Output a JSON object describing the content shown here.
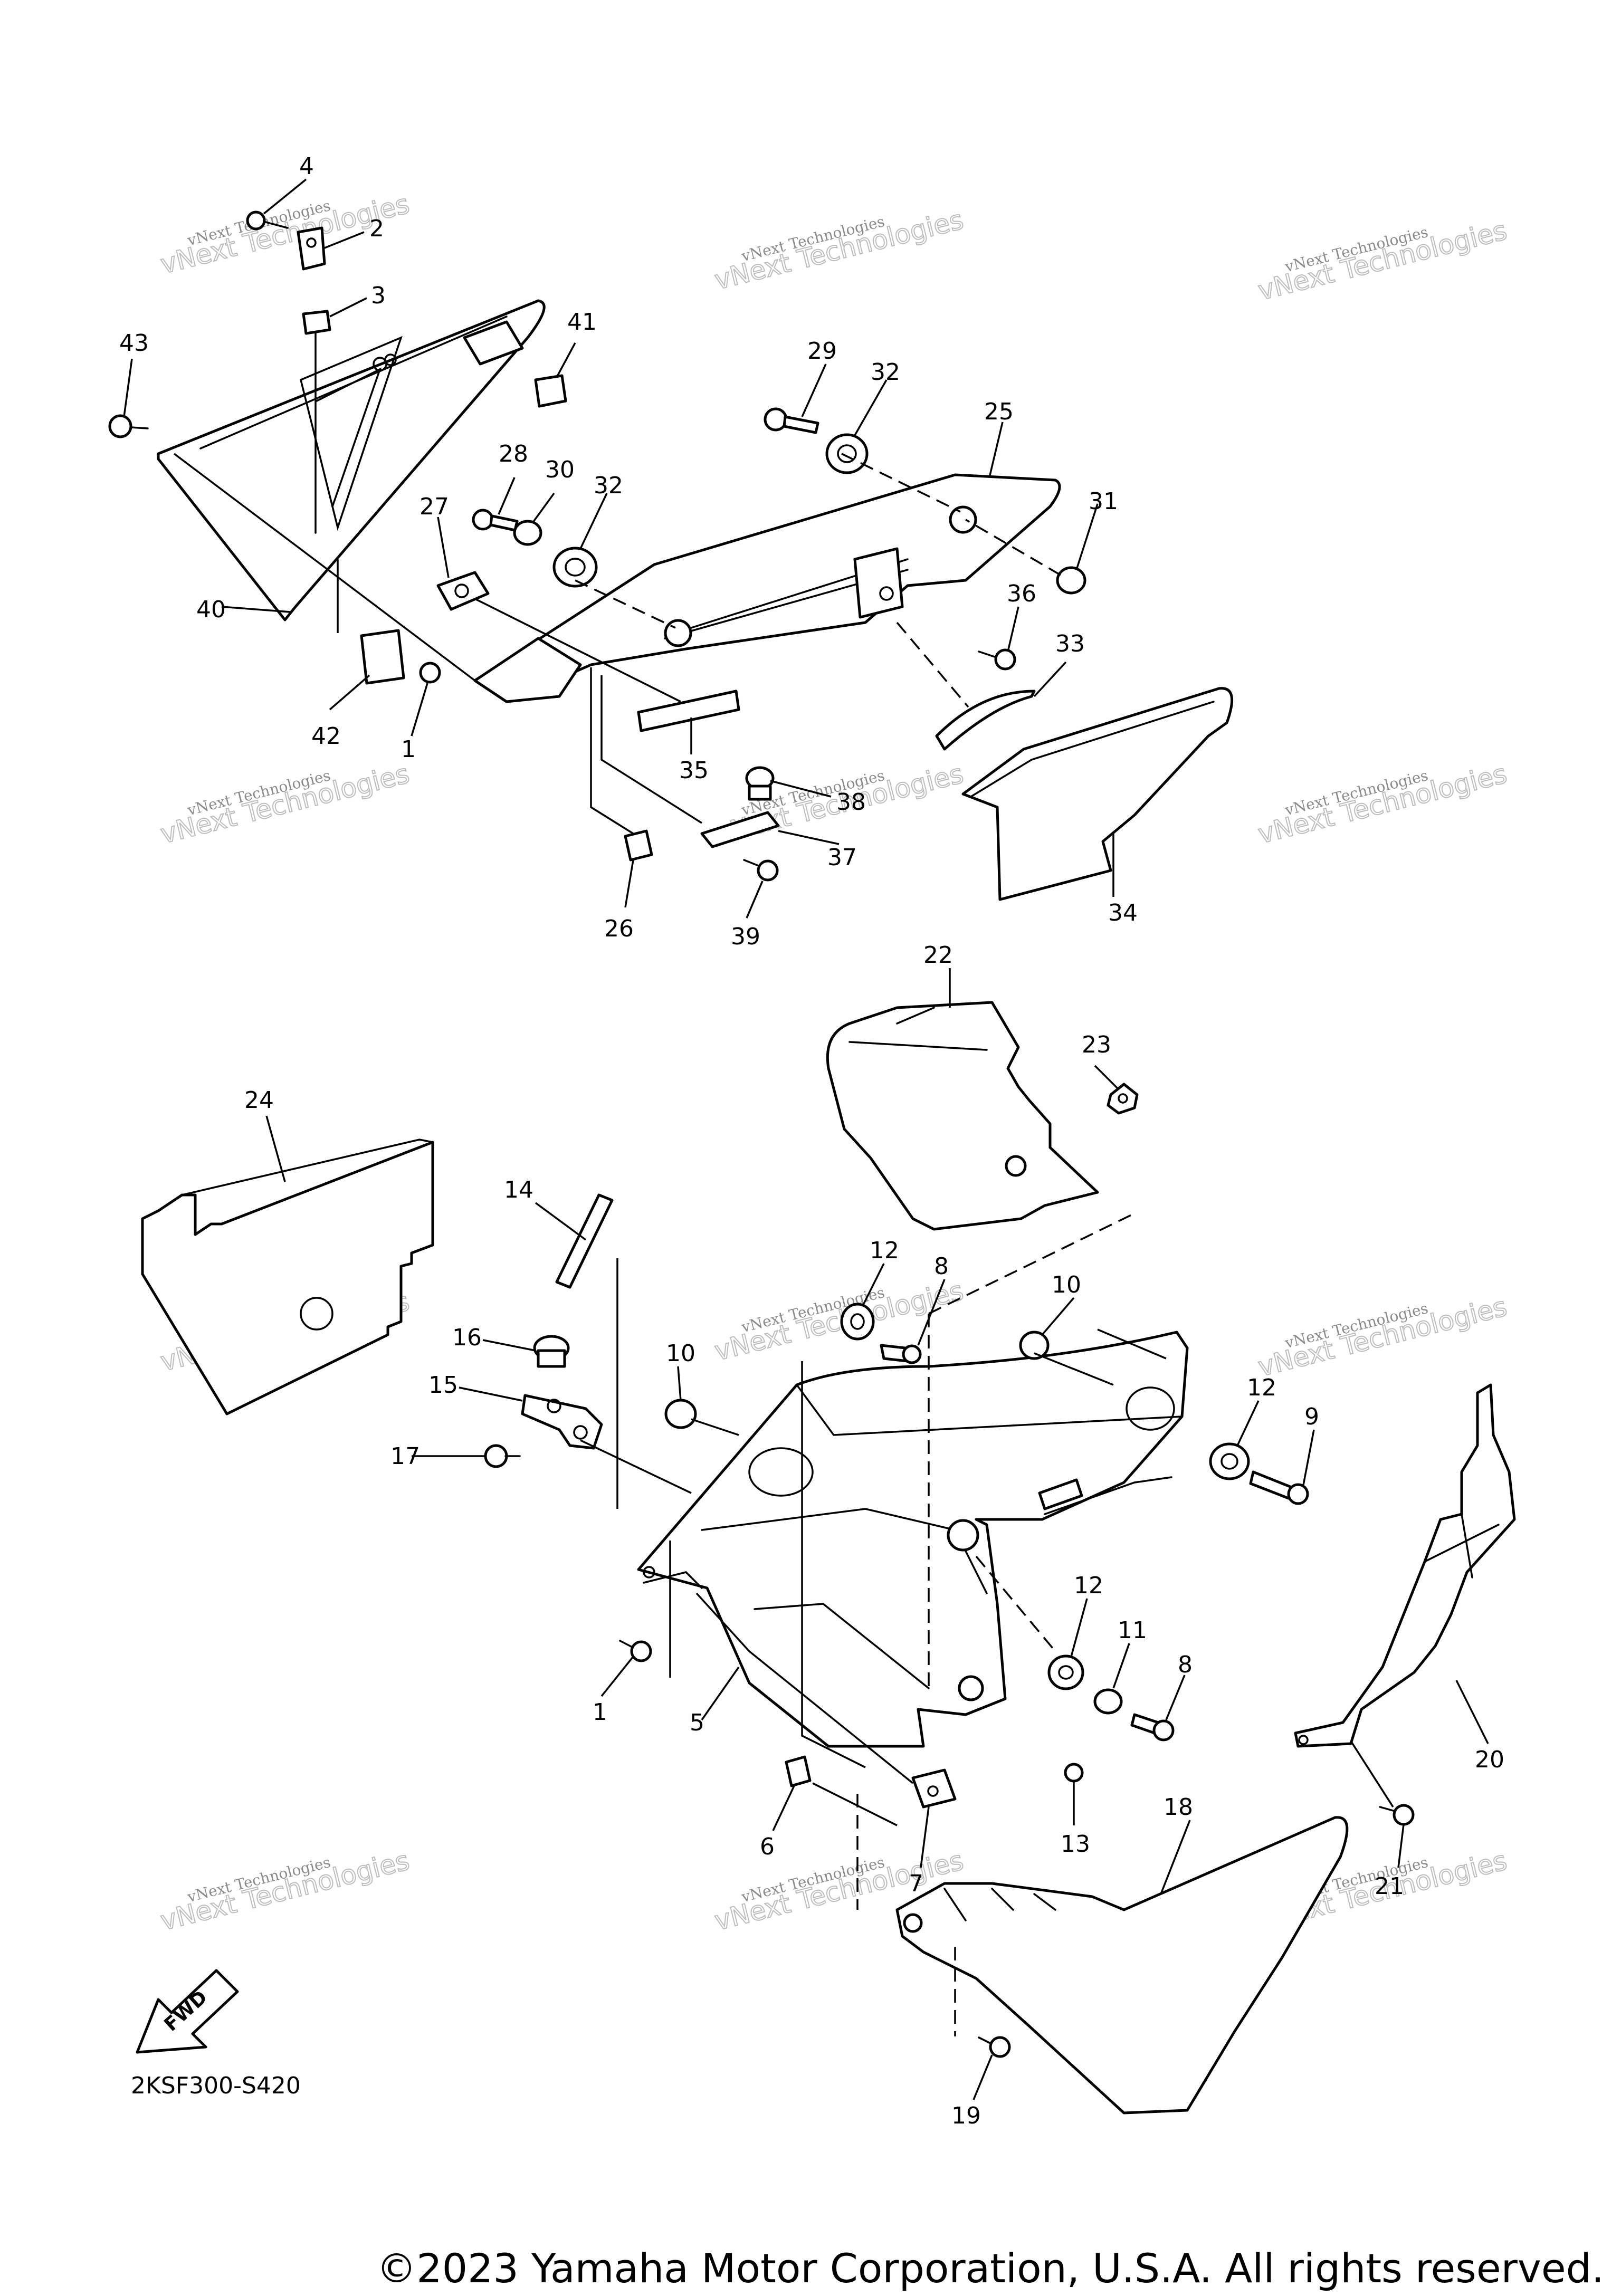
{
  "diagram_code": "2KSF300-S420",
  "copyright": "©2023 Yamaha Motor Corporation, U.S.A. All rights reserved.",
  "fwd_label": "FWD",
  "watermark": {
    "line1": "vNext Technologies",
    "line2": "vNext Technologies"
  },
  "callouts": [
    "1",
    "1",
    "2",
    "3",
    "4",
    "5",
    "6",
    "7",
    "8",
    "8",
    "9",
    "10",
    "10",
    "11",
    "12",
    "12",
    "12",
    "13",
    "14",
    "15",
    "16",
    "17",
    "18",
    "19",
    "20",
    "21",
    "22",
    "23",
    "24",
    "25",
    "26",
    "27",
    "28",
    "29",
    "30",
    "31",
    "32",
    "32",
    "33",
    "34",
    "35",
    "36",
    "37",
    "38",
    "39",
    "40",
    "41",
    "42",
    "43"
  ]
}
